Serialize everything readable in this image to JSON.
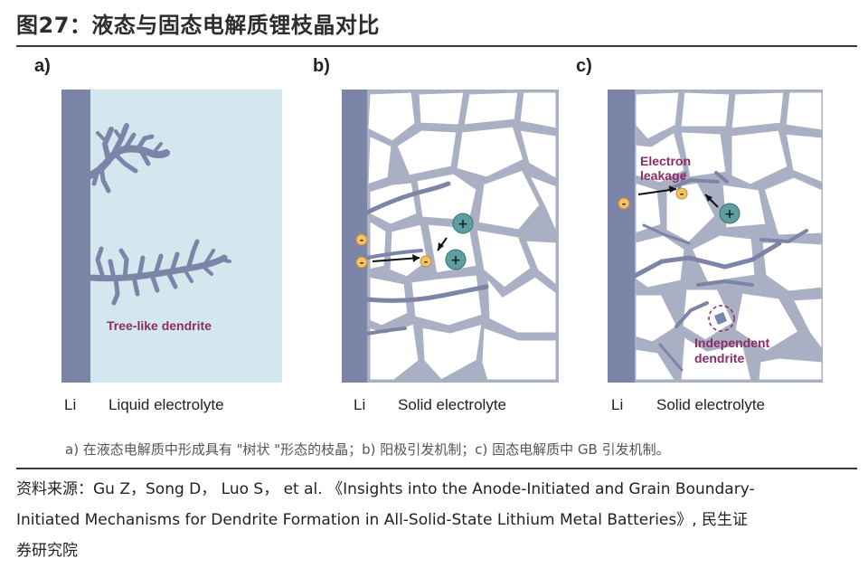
{
  "figure": {
    "title": "图27：液态与固态电解质锂枝晶对比"
  },
  "panels": [
    {
      "letter": "a)",
      "li_label": "Li",
      "electrolyte_label": "Liquid electrolyte",
      "annotations": [
        "Tree-like dendrite"
      ]
    },
    {
      "letter": "b)",
      "li_label": "Li",
      "electrolyte_label": "Solid electrolyte",
      "annotations": []
    },
    {
      "letter": "c)",
      "li_label": "Li",
      "electrolyte_label": "Solid electrolyte",
      "annotations": [
        "Electron",
        "leakage",
        "Independent",
        "dendrite"
      ]
    }
  ],
  "symbols": {
    "plus": "+",
    "minus": "-"
  },
  "caption": "a) 在液态电解质中形成具有 \"树状 \"形态的枝晶；b) 阳极引发机制；c) 固态电解质中 GB 引发机制。",
  "source": {
    "line1": "资料来源：Gu Z，Song D， Luo S， et al. 《Insights into the Anode-Initiated and Grain Boundary-",
    "line2": "Initiated Mechanisms for Dendrite Formation in All-Solid-State Lithium Metal Batteries》, 民生证",
    "line3": "券研究院"
  },
  "colors": {
    "li_metal": "#7c84a8",
    "liquid": "#d2e8ee",
    "grain_fill": "#ffffff",
    "grain_edge": "#aab0c4",
    "dendrite": "#7c84a8",
    "annotation": "#8e2b66",
    "electron": "#f2c46a",
    "cation": "#5f9fa3"
  }
}
